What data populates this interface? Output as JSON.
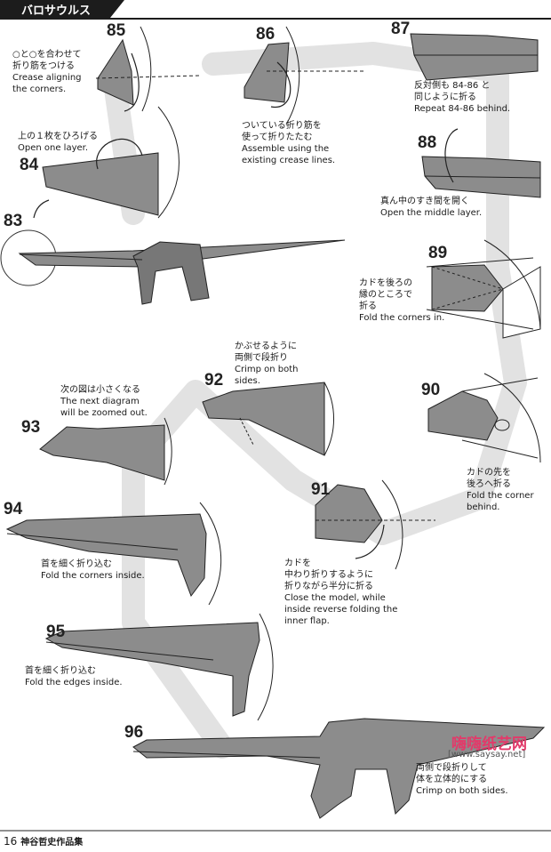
{
  "title": "バロサウルス",
  "page_number": "16",
  "book_title": "神谷哲史作品集",
  "watermark": {
    "name": "嗨嗨纸艺网",
    "url": "[www.saysay.net]"
  },
  "steps": [
    {
      "num": "83",
      "lines": []
    },
    {
      "num": "84",
      "lines": [
        "上の１枚をひろげる",
        "Open one layer."
      ]
    },
    {
      "num": "85",
      "lines": [
        "○と○を合わせて",
        "折り筋をつける",
        "Crease aligning",
        "the corners."
      ]
    },
    {
      "num": "86",
      "lines": [
        "ついている折り筋を",
        "使って折りたたむ",
        "Assemble using the",
        "existing crease lines."
      ]
    },
    {
      "num": "87",
      "lines": [
        "反対側も 84-86 と",
        "同じように折る",
        "Repeat 84-86 behind."
      ]
    },
    {
      "num": "88",
      "lines": [
        "真ん中のすき間を開く",
        "Open the middle layer."
      ]
    },
    {
      "num": "89",
      "lines": [
        "カドを後ろの",
        "縁のところで",
        "折る",
        "Fold the corners in."
      ]
    },
    {
      "num": "90",
      "lines": [
        "カドの先を",
        "後ろへ折る",
        "Fold the corner",
        "behind."
      ]
    },
    {
      "num": "91",
      "lines": [
        "カドを",
        "中わり折りするように",
        "折りながら半分に折る",
        "Close the model, while",
        "inside reverse folding the",
        "inner flap."
      ]
    },
    {
      "num": "92",
      "lines": [
        "かぶせるように",
        "両側で段折り",
        "Crimp on both",
        "sides."
      ]
    },
    {
      "num": "93",
      "lines": [
        "次の図は小さくなる",
        "The next diagram",
        "will be zoomed out."
      ]
    },
    {
      "num": "94",
      "lines": [
        "首を細く折り込む",
        "Fold the corners inside."
      ]
    },
    {
      "num": "95",
      "lines": [
        "首を細く折り込む",
        "Fold the edges inside."
      ]
    },
    {
      "num": "96",
      "lines": [
        "両側で段折りして",
        "体を立体的にする",
        "Crimp on both sides."
      ]
    }
  ]
}
